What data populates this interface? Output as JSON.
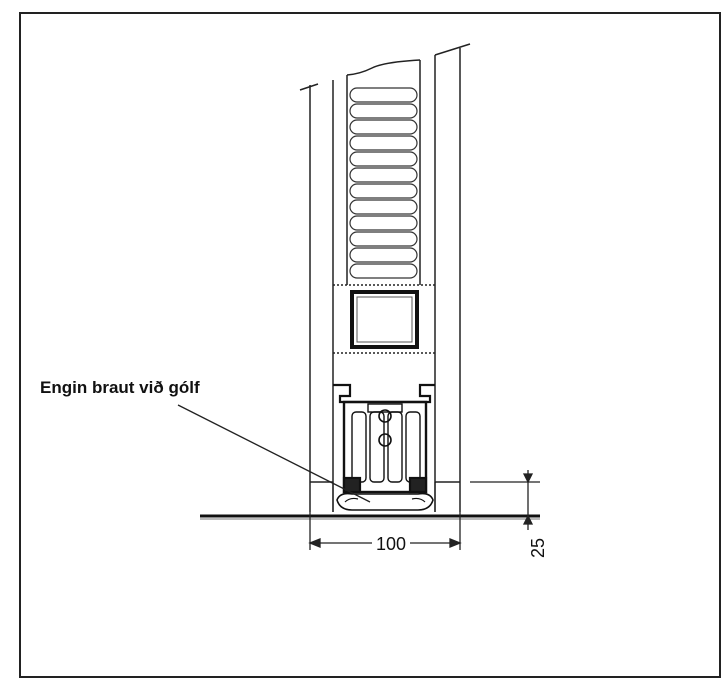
{
  "diagram": {
    "callout_label": "Engin braut við gólf",
    "width_dimension": "100",
    "height_dimension": "25"
  }
}
